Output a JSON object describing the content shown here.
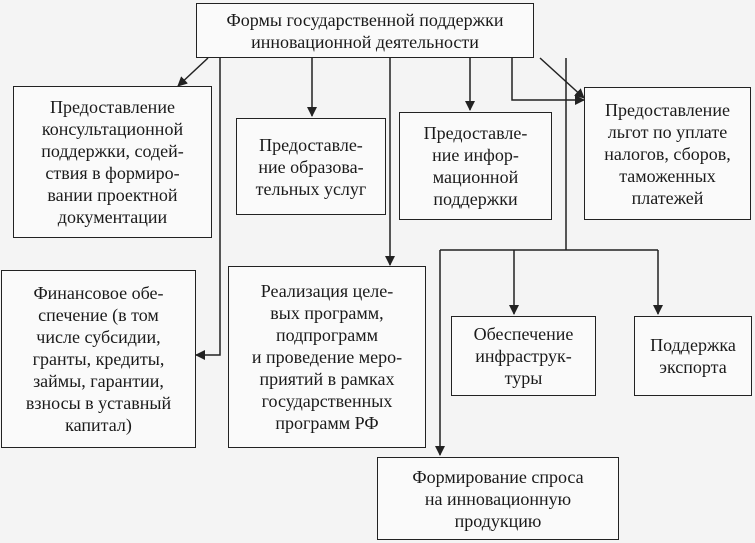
{
  "diagram": {
    "root": "Формы государственной поддержки\nинновационной деятельности",
    "consult": "Предоставление\nконсультационной\nподдержки, содей-\nствия в формиро-\nвании проектной\nдокументации",
    "edu": "Предоставле-\nние образова-\nтельных услуг",
    "info": "Предоставле-\nние инфор-\nмационной\nподдержки",
    "tax": "Предоставление\nльгот по уплате\nналогов, сборов,\nтаможенных\nплатежей",
    "finance": "Финансовое обе-\nспечение (в том\nчисле субсидии,\nгранты, кредиты,\nзаймы, гарантии,\nвзносы в уставный\nкапитал)",
    "programs": "Реализация целе-\nвых программ,\nподпрограмм\nи проведение меро-\nприятий в рамках\nгосударственных\nпрограмм РФ",
    "infra": "Обеспечение\nинфраструк-\nтуры",
    "export": "Поддержка\nэкспорта",
    "demand": "Формирование спроса\nна инновационную\nпродукцию"
  },
  "colors": {
    "line": "#222222",
    "box_fill": "#fafafa",
    "background": "#f4f4f4"
  }
}
